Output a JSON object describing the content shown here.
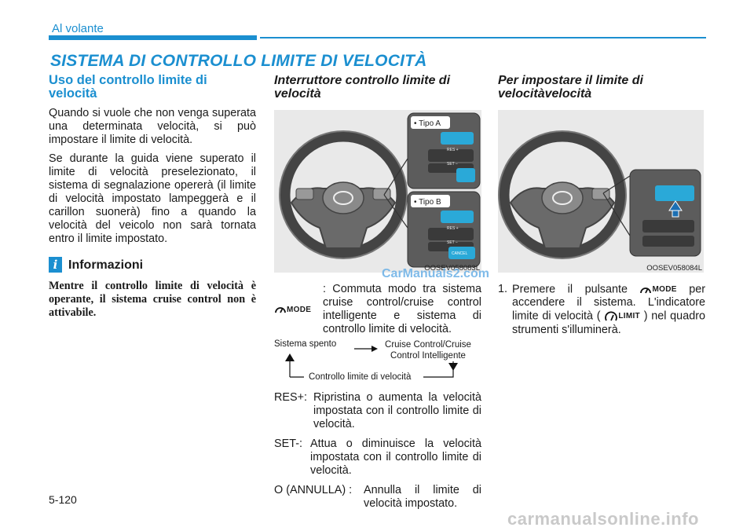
{
  "header": {
    "section": "Al volante"
  },
  "title": "SISTEMA DI CONTROLLO LIMITE DI VELOCITÀ",
  "col1": {
    "heading_l1": "Uso del controllo limite di",
    "heading_l2": "velocità",
    "para1": "Quando si vuole che non venga superata una determinata velocità, si può impostare il limite di velocità.",
    "para2": "Se durante la guida viene superato il limite di velocità preselezionato, il sistema di segnalazione opererà (il limite di velocità impostato lampeggerà e il carillon suonerà) fino a quando la velocità del veicolo non sarà tornata entro il limite impostato.",
    "info_title": "Informazioni",
    "info_text": "Mentre il controllo limite di velocità è operante, il sistema cruise control non è attivabile."
  },
  "col2": {
    "heading_l1": "Interruttore controllo limite di",
    "heading_l2": "velocità",
    "figure": {
      "code": "OOSEV058083L",
      "tipo_a": "• Tipo A",
      "tipo_b": "• Tipo B",
      "res": "RES +",
      "set": "SET −",
      "cancel": "CANCEL"
    },
    "mode_label": "MODE",
    "mode_desc": ": Commuta modo tra sistema cruise control/cruise control intelligente e sistema di controllo limite di velocità.",
    "flow": {
      "off": "Sistema spento",
      "cruise_l1": "Cruise Control/Cruise",
      "cruise_l2": "Control Intelligente",
      "limit": "Controllo limite di velocità"
    },
    "res_term": "RES+:",
    "res_desc": "Ripristina o aumenta la velocità impostata con il controllo limite di velocità.",
    "set_term": "SET-:",
    "set_desc": "Attua o diminuisce la velocità impostata con il controllo limite di velocità.",
    "o_term": "O (ANNULLA) :",
    "o_desc": "Annulla il limite di velocità impostato."
  },
  "col3": {
    "heading_l1": "Per impostare il limite di",
    "heading_l2": "velocitàvelocità",
    "figure": {
      "code": "OOSEV058084L"
    },
    "step_num": "1.",
    "step_a": "Premere il pulsante",
    "mode_label": "MODE",
    "step_b": "per accendere il sistema. L'indicatore limite di velocità (",
    "limit_label": "LIMIT",
    "step_c": ") nel quadro strumenti s'illuminerà."
  },
  "page_number": "5-120",
  "watermarks": {
    "site1": "CarManuals2.com",
    "site2": "carmanualsonline.info"
  },
  "colors": {
    "accent": "#1b8fd0"
  },
  "icons": {
    "info": "info-icon",
    "mode": "mode-icon",
    "limit": "limit-icon"
  }
}
